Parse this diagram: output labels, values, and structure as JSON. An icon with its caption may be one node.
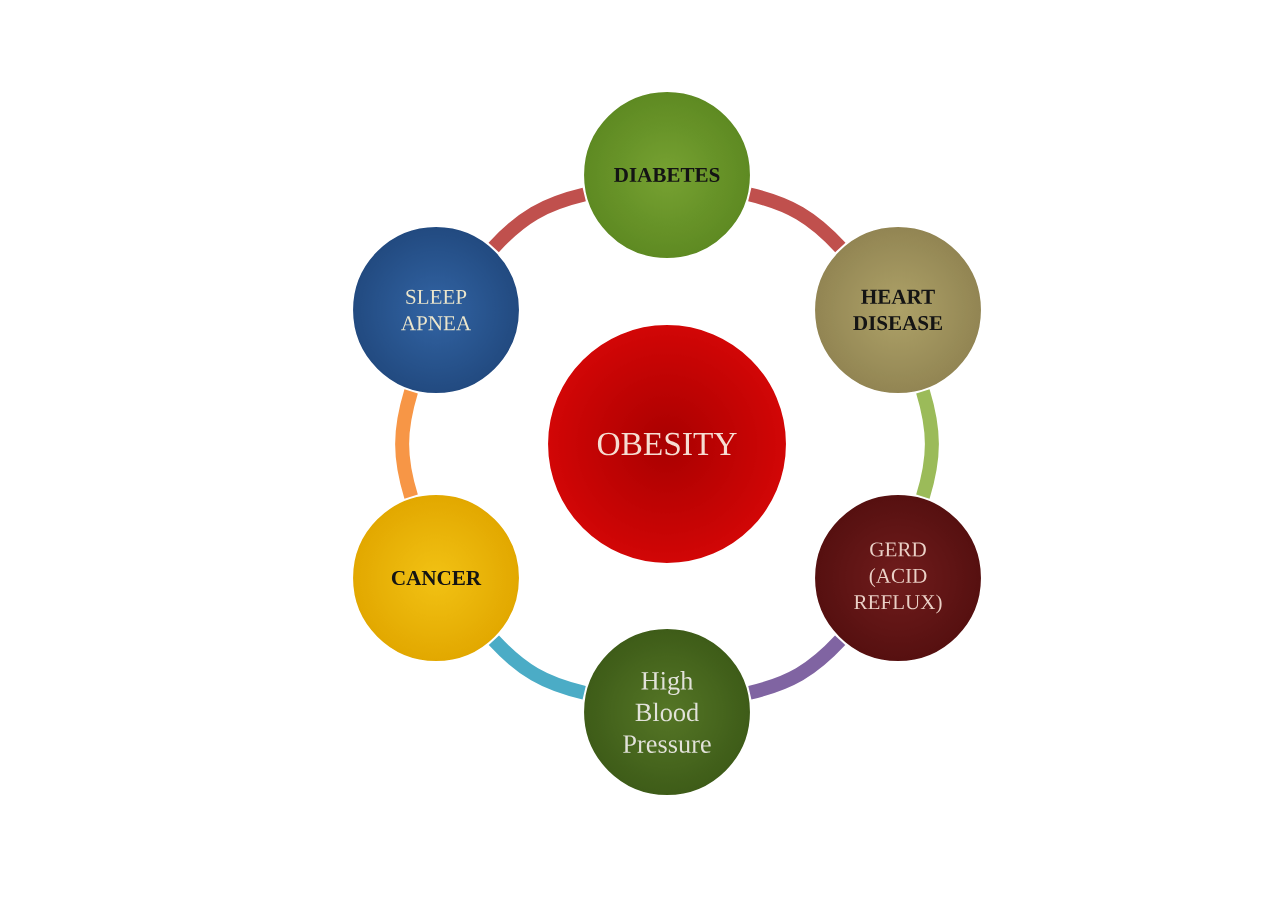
{
  "diagram": {
    "nodes": [
      {
        "text": [
          "OBESITY"
        ]
      },
      {
        "text": [
          "DIABETES"
        ]
      },
      {
        "text": [
          "HEART DISEASE"
        ]
      },
      {
        "text": [
          "GERD (ACID REFLUX)"
        ]
      },
      {
        "text": [
          "High Blood Pressure"
        ]
      },
      {
        "text": [
          "CANCER"
        ]
      },
      {
        "text": [
          "SLEEP APNEA"
        ]
      }
    ],
    "edges": [
      {
        "from": 1,
        "to": 2,
        "arrow": "none",
        "color": "#c0504d"
      },
      {
        "from": 2,
        "to": 3,
        "arrow": "none",
        "color": "#9bbb59"
      },
      {
        "from": 3,
        "to": 4,
        "arrow": "none",
        "color": "#8064a2"
      },
      {
        "from": 4,
        "to": 5,
        "arrow": "none",
        "color": "#4bacc6"
      },
      {
        "from": 5,
        "to": 6,
        "arrow": "none",
        "color": "#f79646"
      },
      {
        "from": 6,
        "to": 1,
        "arrow": "none",
        "color": "#c0504d"
      }
    ]
  }
}
